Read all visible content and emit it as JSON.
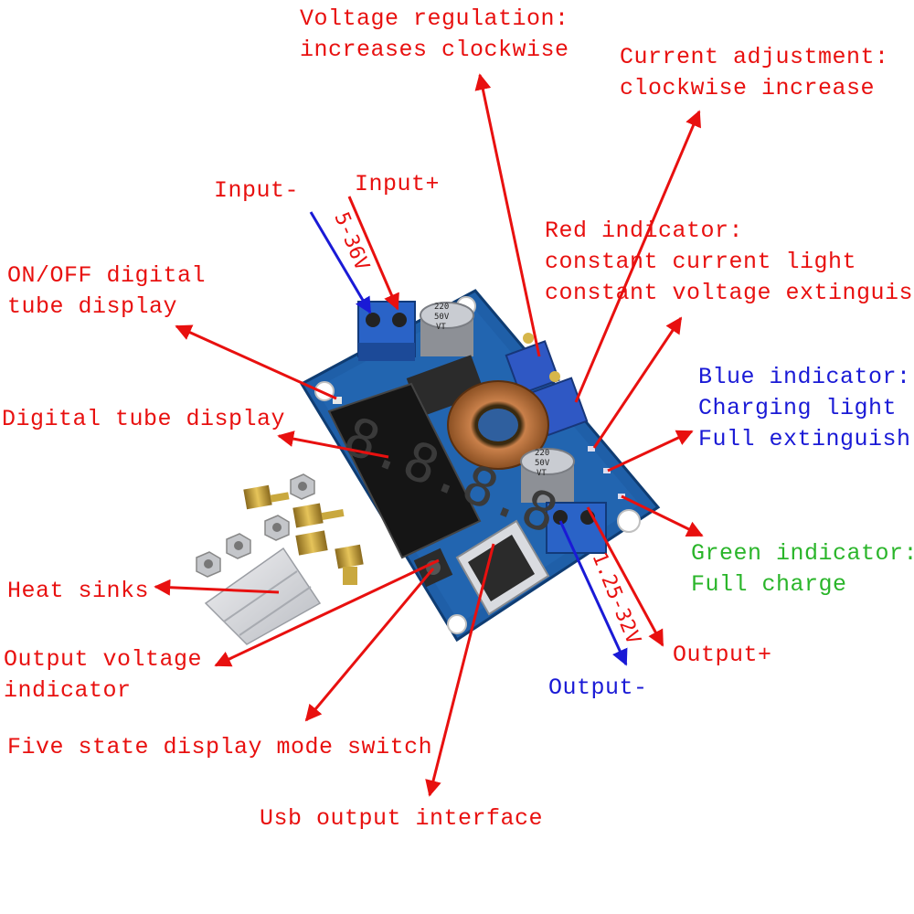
{
  "colors": {
    "annotation_red": "#e8100f",
    "annotation_blue": "#1a1ad6",
    "annotation_green": "#2ab52a",
    "pcb": "#1f5fa8"
  },
  "labels": {
    "voltage_regulation": [
      "Voltage regulation:",
      "increases clockwise"
    ],
    "current_adjustment": [
      "Current adjustment:",
      "clockwise increase"
    ],
    "input_minus": "Input-",
    "input_plus": "Input+",
    "input_range": "5-36V",
    "red_indicator": [
      "Red indicator:",
      "constant current light",
      "constant voltage extinguish"
    ],
    "on_off_display": [
      "ON/OFF digital",
      "tube display"
    ],
    "blue_indicator": [
      "Blue indicator:",
      "Charging light",
      "Full extinguish"
    ],
    "digital_tube": "Digital tube display",
    "green_indicator": [
      "Green indicator:",
      "Full charge"
    ],
    "heat_sinks": "Heat sinks",
    "output_range": "1.25-32V",
    "output_plus": "Output+",
    "output_voltage_indicator": [
      "Output voltage",
      "indicator"
    ],
    "output_minus": "Output-",
    "mode_switch": "Five state display mode switch",
    "usb_output": "Usb output interface"
  },
  "board": {
    "capacitor_text": [
      "220",
      "50V",
      "VT"
    ],
    "display_digits": "8.8.8.8"
  }
}
